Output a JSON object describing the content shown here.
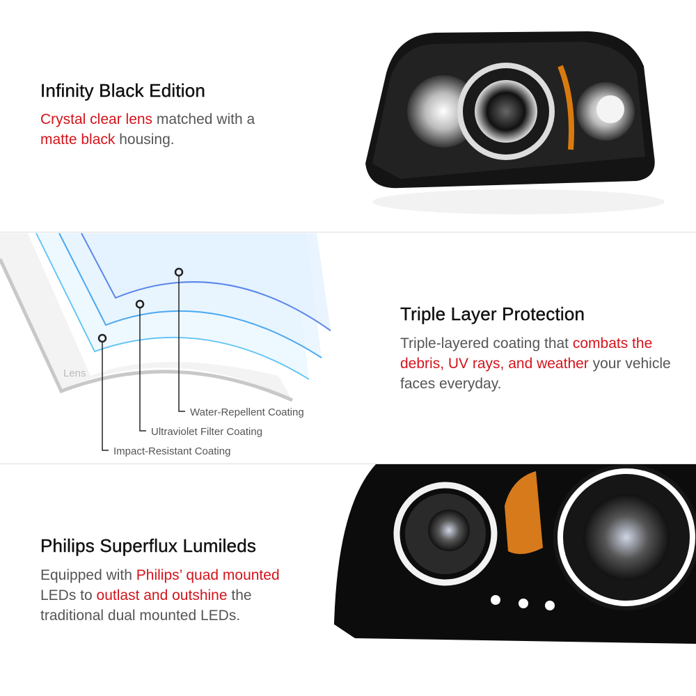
{
  "sections": [
    {
      "title": "Infinity Black Edition",
      "body": [
        {
          "t": "Crystal clear lens",
          "red": true
        },
        {
          "t": " matched with a ",
          "red": false
        },
        {
          "t": "matte black",
          "red": true
        },
        {
          "t": " housing.",
          "red": false
        }
      ]
    },
    {
      "title": "Triple Layer Protection",
      "body": [
        {
          "t": "Triple-layered coating that ",
          "red": false
        },
        {
          "t": "combats the debris, UV rays, and weather",
          "red": true
        },
        {
          "t": " your vehicle faces everyday.",
          "red": false
        }
      ]
    },
    {
      "title": "Philips Superflux Lumileds",
      "body": [
        {
          "t": "Equipped with ",
          "red": false
        },
        {
          "t": "Philips’ quad mounted",
          "red": true
        },
        {
          "t": " LEDs to ",
          "red": false
        },
        {
          "t": "outlast and outshine",
          "red": true
        },
        {
          "t": " the traditional dual mounted LEDs.",
          "red": false
        }
      ]
    }
  ],
  "diagram": {
    "lens_label": "Lens",
    "layers": [
      "Water-Repellent Coating",
      "Ultraviolet Filter Coating",
      "Impact-Resistant Coating"
    ]
  },
  "colors": {
    "accent_red": "#d3141c",
    "text_gray": "#555555",
    "layer_blue": "#4aa8f0"
  }
}
